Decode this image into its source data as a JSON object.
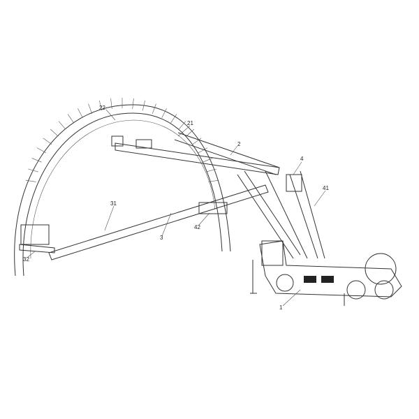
{
  "labels": {
    "l22": "22",
    "l21": "21",
    "l2": "2",
    "l4": "4",
    "l41": "41",
    "l31": "31",
    "l3": "3",
    "l42": "42",
    "l32": "32",
    "l1": "1"
  }
}
